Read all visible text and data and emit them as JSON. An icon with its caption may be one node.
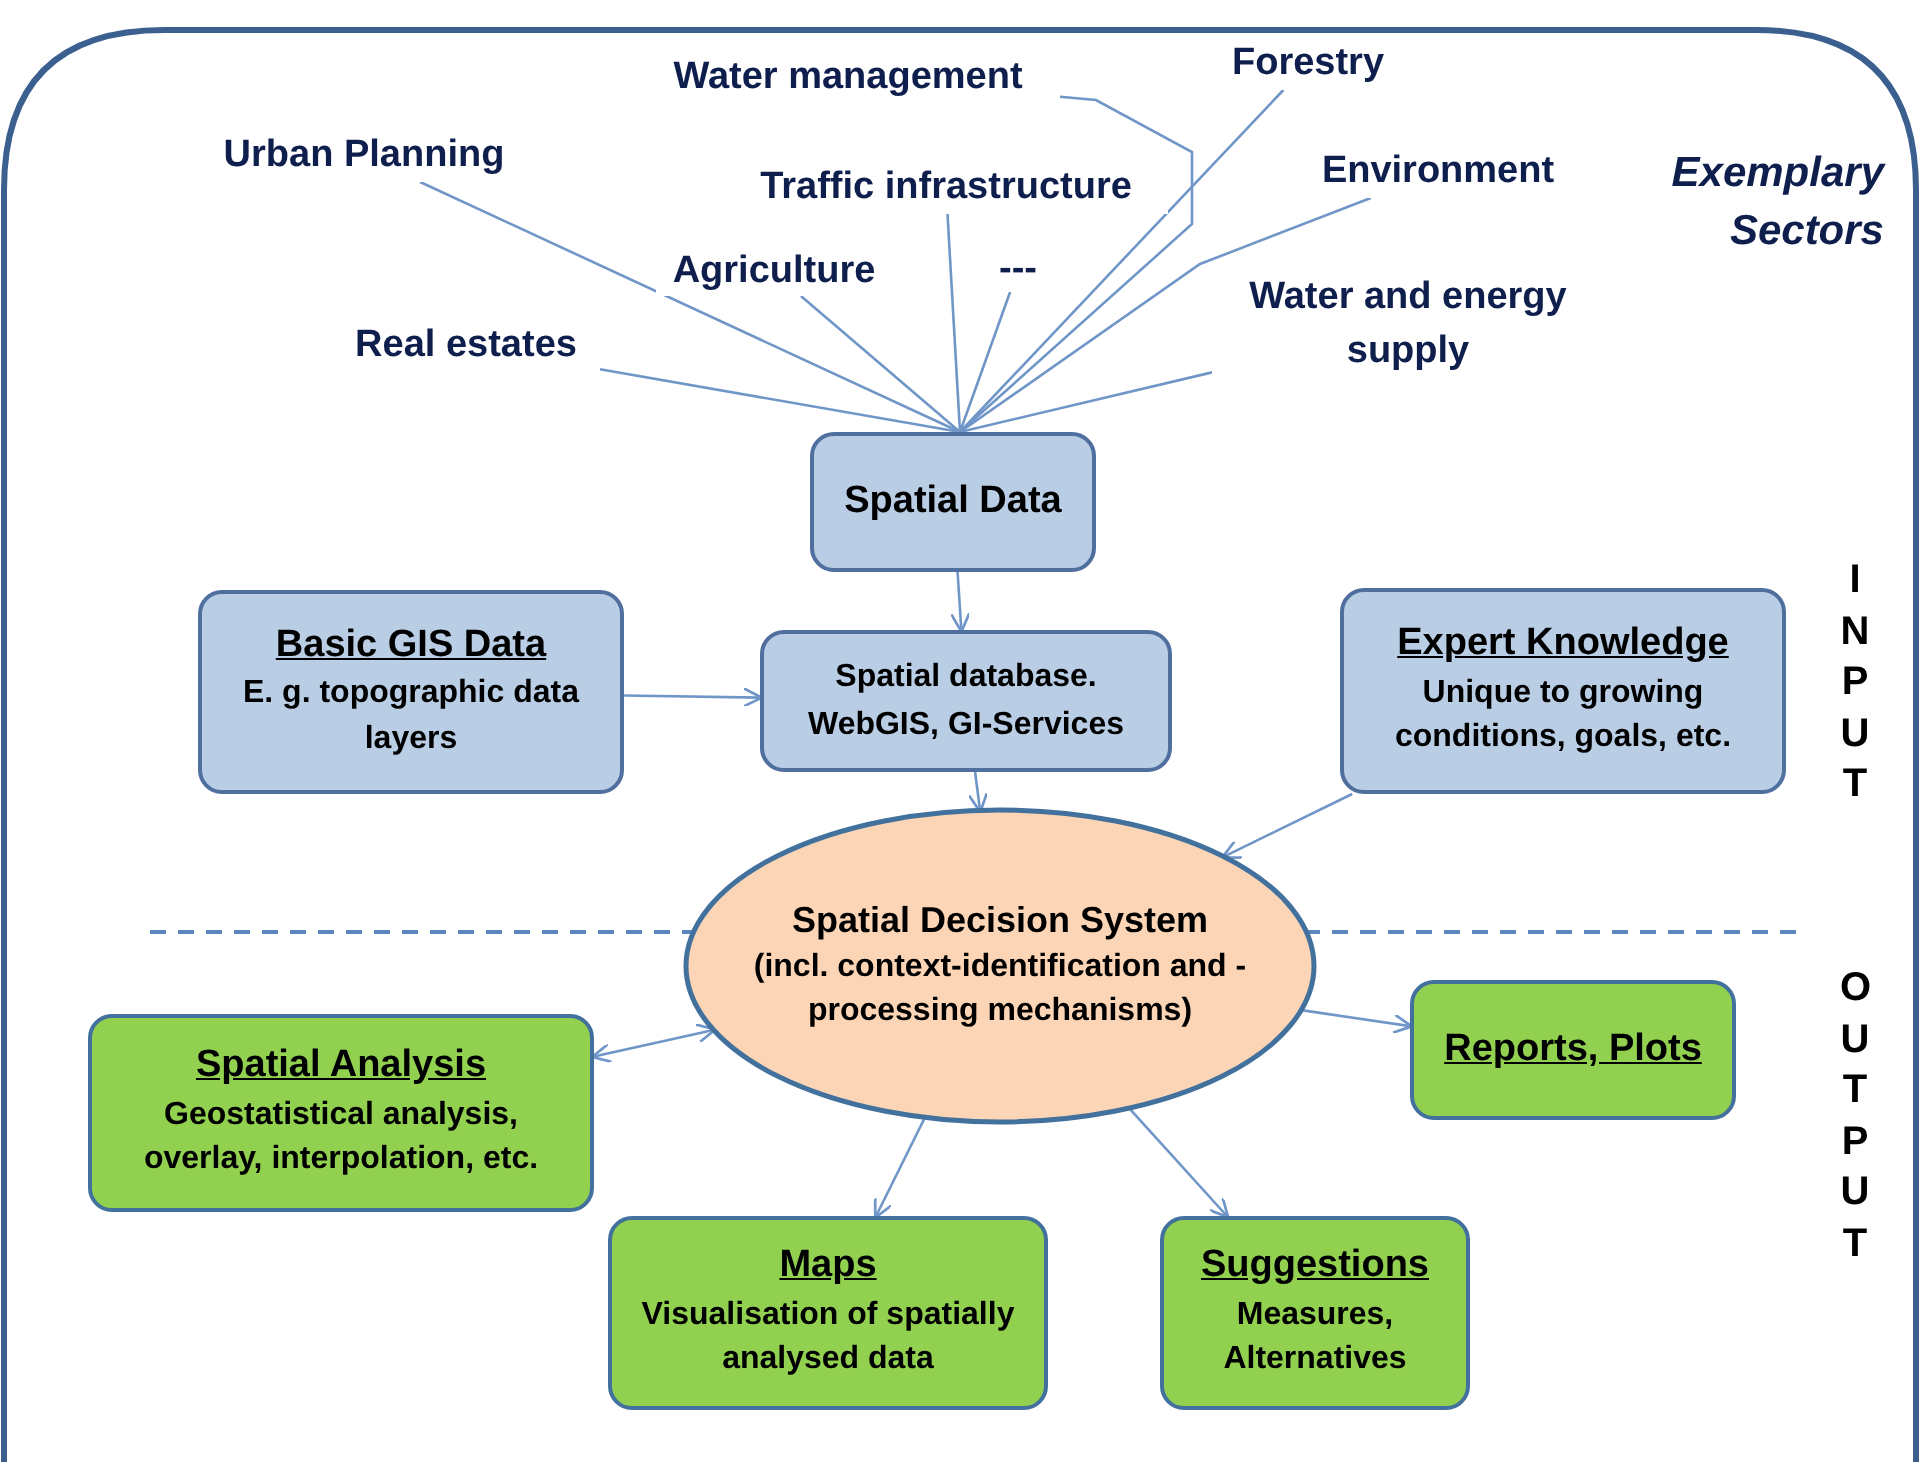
{
  "diagram": {
    "nodes": [
      {
        "text": [
          "Water management"
        ]
      },
      {
        "text": [
          "Forestry"
        ]
      },
      {
        "text": [
          "Urban Planning"
        ]
      },
      {
        "text": [
          "Environment"
        ]
      },
      {
        "text": [
          "Traffic infrastructure"
        ]
      },
      {
        "text": [
          "Agriculture"
        ]
      },
      {
        "text": [
          "---"
        ]
      },
      {
        "text": [
          "Real estates"
        ]
      },
      {
        "text": [
          "Water and energy supply"
        ]
      },
      {
        "text": [
          "Spatial Data"
        ]
      },
      {
        "text": [
          "Basic GIS Data",
          "E. g. topographic data layers"
        ]
      },
      {
        "text": [
          "Spatial database. WebGIS, GI-Services"
        ]
      },
      {
        "text": [
          "Expert Knowledge",
          "Unique to growing conditions, goals, etc."
        ]
      },
      {
        "text": [
          "Spatial Decision System",
          "(incl. context-identification and -processing mechanisms)"
        ]
      },
      {
        "text": [
          "Spatial Analysis",
          "Geostatistical analysis, overlay, interpolation, etc."
        ]
      },
      {
        "text": [
          "Reports, Plots"
        ]
      },
      {
        "text": [
          "Maps",
          "Visualisation of spatially analysed data"
        ]
      },
      {
        "text": [
          "Suggestions",
          "Measures, Alternatives"
        ]
      }
    ],
    "edges": [
      {
        "from": 0,
        "to": 9,
        "arrow": "none"
      },
      {
        "from": 1,
        "to": 9,
        "arrow": "none"
      },
      {
        "from": 2,
        "to": 9,
        "arrow": "none"
      },
      {
        "from": 3,
        "to": 9,
        "arrow": "none"
      },
      {
        "from": 4,
        "to": 9,
        "arrow": "none"
      },
      {
        "from": 5,
        "to": 9,
        "arrow": "none"
      },
      {
        "from": 6,
        "to": 9,
        "arrow": "none"
      },
      {
        "from": 7,
        "to": 9,
        "arrow": "none"
      },
      {
        "from": 8,
        "to": 9,
        "arrow": "none"
      },
      {
        "from": 9,
        "to": 11,
        "arrow": "to"
      },
      {
        "from": 10,
        "to": 11,
        "arrow": "to"
      },
      {
        "from": 11,
        "to": 13,
        "arrow": "to"
      },
      {
        "from": 12,
        "to": 13,
        "arrow": "to"
      },
      {
        "from": 13,
        "to": 14,
        "arrow": "both"
      },
      {
        "from": 13,
        "to": 15,
        "arrow": "to"
      },
      {
        "from": 13,
        "to": 16,
        "arrow": "to"
      },
      {
        "from": 13,
        "to": 17,
        "arrow": "to"
      }
    ],
    "labels": [
      "Exemplary Sectors",
      "INPUT",
      "OUTPUT"
    ]
  }
}
